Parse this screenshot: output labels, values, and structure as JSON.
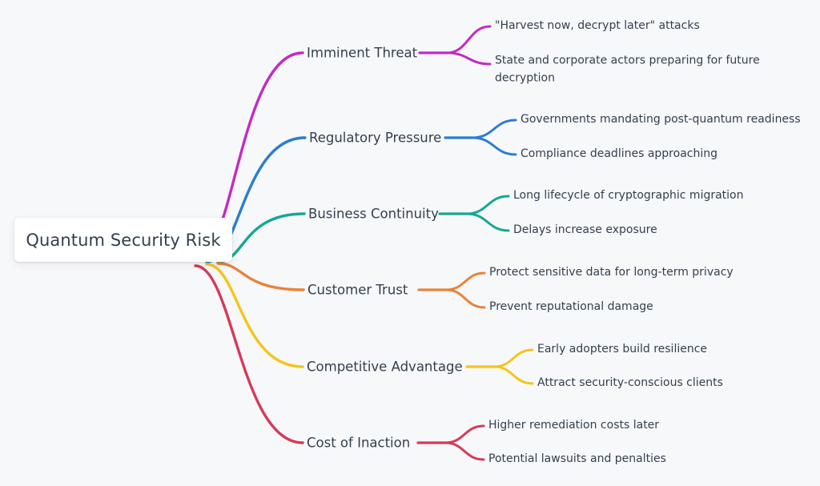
{
  "diagram": {
    "type": "mindmap",
    "background_color": "#f7f8fa",
    "text_color": "#333f4e",
    "root": {
      "label": "Quantum Security Risk",
      "background_color": "#ffffff"
    },
    "branches": [
      {
        "label": "Imminent Threat",
        "color": "#c32bc3",
        "children": [
          "\"Harvest now, decrypt later\" attacks",
          "State and corporate actors preparing for future decryption"
        ]
      },
      {
        "label": "Regulatory Pressure",
        "color": "#2b7dd0",
        "children": [
          "Governments mandating post-quantum readiness",
          "Compliance deadlines approaching"
        ]
      },
      {
        "label": "Business Continuity",
        "color": "#15a893",
        "children": [
          "Long lifecycle of cryptographic migration",
          "Delays increase exposure"
        ]
      },
      {
        "label": "Customer Trust",
        "color": "#e8833a",
        "children": [
          "Protect sensitive data for long-term privacy",
          "Prevent reputational damage"
        ]
      },
      {
        "label": "Competitive Advantage",
        "color": "#f5c518",
        "children": [
          "Early adopters build resilience",
          "Attract security-conscious clients"
        ]
      },
      {
        "label": "Cost of Inaction",
        "color": "#d63a55",
        "children": [
          "Higher remediation costs later",
          "Potential lawsuits and penalties"
        ]
      }
    ]
  }
}
